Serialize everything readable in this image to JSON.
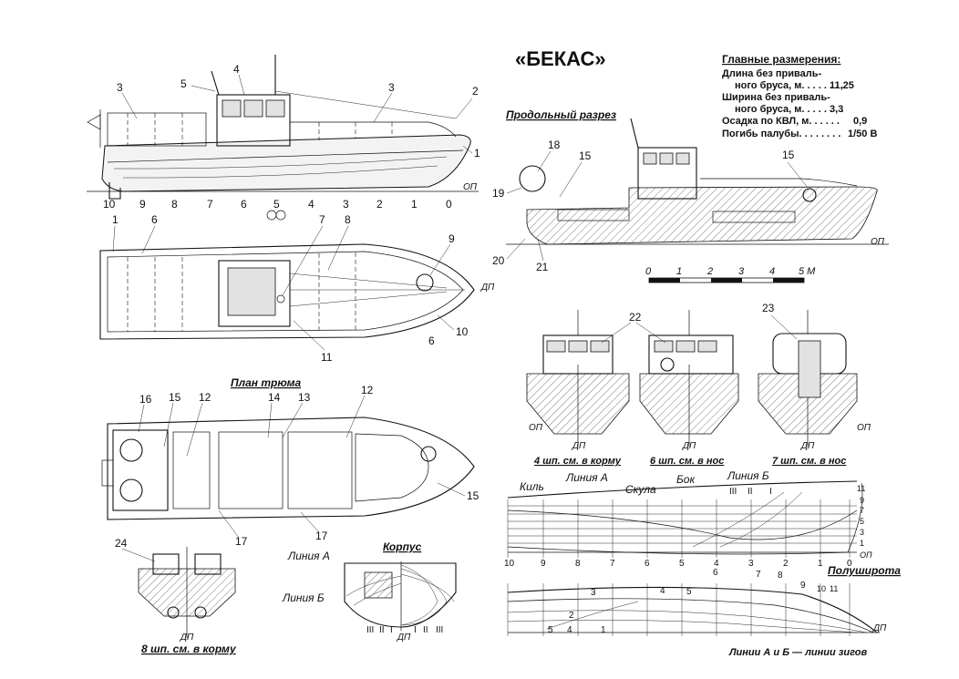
{
  "title": "«БЕКАС»",
  "dimensions": {
    "heading": "Главные размерения:",
    "rows": [
      {
        "label1": "Длина без приваль-",
        "label2": "ного бруса, м. . . . . . . .",
        "value": "11,25"
      },
      {
        "label1": "Ширина без приваль-",
        "label2": "ного бруса, м. . . . . . . .",
        "value": "3,3"
      },
      {
        "label1": "Осадка по КВЛ, м. . . . . .",
        "value": "0,9"
      },
      {
        "label1": "Погибь палубы. . . . . . . .",
        "value": "1/50 В"
      }
    ]
  },
  "views": {
    "longitudinal": "Продольный разрез",
    "hold_plan": "План трюма",
    "section4": "4 шп. см. в корму",
    "section6": "6 шп. см. в нос",
    "section7": "7 шп. см. в нос",
    "section8": "8 шп. см. в корму",
    "body_plan": "Корпус",
    "halfbreadth": "Полуширота",
    "footnote": "Линии А и Б — линии зигов"
  },
  "labels": {
    "op": "ОП",
    "dp": "ДП",
    "line_a": "Линия А",
    "line_b": "Линия Б",
    "keel": "Киль",
    "chine": "Скула",
    "side": "Бок",
    "roman": [
      "I",
      "II",
      "III"
    ]
  },
  "scale": {
    "ticks": [
      "0",
      "1",
      "2",
      "3",
      "4",
      "5 М"
    ]
  },
  "station_numbers_profile": [
    "10",
    "9",
    "8",
    "7",
    "6",
    "5",
    "4",
    "3",
    "2",
    "1",
    "0"
  ],
  "station_numbers_sheer": [
    "10",
    "9",
    "8",
    "7",
    "6",
    "5",
    "4",
    "3",
    "2",
    "1",
    "0"
  ],
  "waterline_numbers": [
    "11",
    "9",
    "7",
    "5",
    "3",
    "1",
    "ОП"
  ],
  "halfbreadth_numbers": [
    "6",
    "7",
    "8",
    "9",
    "10",
    "11",
    "4",
    "5",
    "3",
    "2",
    "1",
    "5",
    "4"
  ],
  "callouts": [
    "1",
    "2",
    "3",
    "4",
    "5",
    "6",
    "7",
    "8",
    "9",
    "10",
    "11",
    "12",
    "13",
    "14",
    "15",
    "16",
    "17",
    "18",
    "19",
    "20",
    "21",
    "22",
    "23",
    "24"
  ]
}
